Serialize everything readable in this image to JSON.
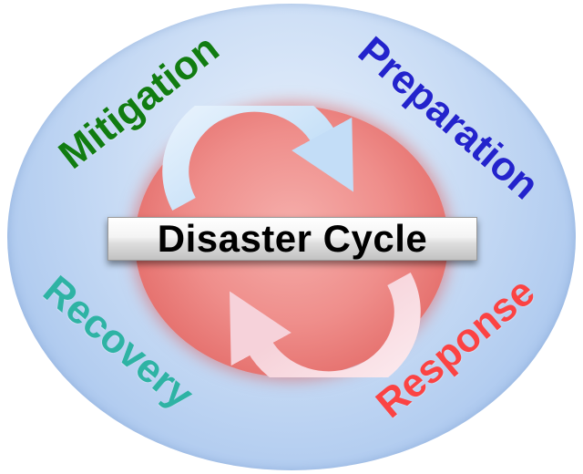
{
  "diagram": {
    "title": "Disaster Cycle",
    "phases": [
      {
        "id": "mitigation",
        "label": "Mitigation",
        "color": "#117c11",
        "position": "top-left"
      },
      {
        "id": "preparation",
        "label": "Preparation",
        "color": "#2323cc",
        "position": "top-right"
      },
      {
        "id": "recovery",
        "label": "Recovery",
        "color": "#2eb3a4",
        "position": "bottom-left"
      },
      {
        "id": "response",
        "label": "Response",
        "color": "#fb4343",
        "position": "bottom-right"
      }
    ],
    "icons": [
      {
        "name": "cycle-arrow-top-icon",
        "depicts": "curved arrow, clockwise, upper half",
        "color": "#cce2f8"
      },
      {
        "name": "cycle-arrow-bottom-icon",
        "depicts": "curved arrow, clockwise, lower half",
        "color": "#f8d3da"
      }
    ],
    "colors": {
      "background": "#ffffff",
      "outer_circle": "#aec9ee",
      "inner_circle": "#e8736f",
      "banner_background": "#e0e0e0",
      "banner_text": "#000000"
    }
  }
}
